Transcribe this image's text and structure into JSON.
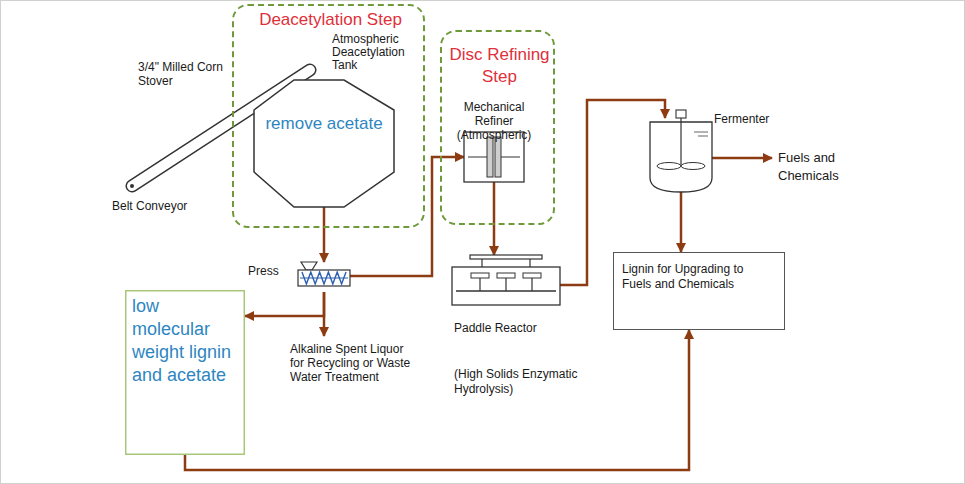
{
  "diagram": {
    "nodes": [
      {
        "text": [
          "Deacetylation Step"
        ]
      },
      {
        "text": [
          "Atmospheric Deacetylation Tank",
          "remove acetate"
        ],
        "in": 0
      },
      {
        "text": [
          "Press"
        ]
      },
      {
        "text": [
          "low molecular weight lignin and acetate"
        ]
      },
      {
        "text": [
          "Disc Refining Step"
        ]
      },
      {
        "text": [
          "Mechanical Refiner (Atmospheric)"
        ],
        "in": 4
      },
      {
        "text": [
          "Paddle Reactor",
          "(High Solids Enzymatic Hydrolysis)"
        ]
      },
      {
        "text": [
          "Fermenter"
        ]
      },
      {
        "text": [
          "Lignin for Upgrading to Fuels and Chemicals"
        ]
      }
    ],
    "edges": [
      {
        "from": 1,
        "to": 2,
        "arrow": "to"
      },
      {
        "from": 2,
        "to": 3,
        "arrow": "to"
      },
      {
        "from": 2,
        "to": 5,
        "arrow": "to"
      },
      {
        "from": 5,
        "to": 6,
        "arrow": "to"
      },
      {
        "from": 6,
        "to": 7,
        "arrow": "to"
      },
      {
        "from": 7,
        "to": 8,
        "arrow": "to"
      },
      {
        "from": 3,
        "to": 8,
        "arrow": "to"
      }
    ],
    "labels": [
      "3/4\" Milled Corn Stover",
      "Belt Conveyor",
      "Alkaline Spent Liquor for Recycling or Waste Water Treatment",
      "Fuels and Chemicals"
    ]
  }
}
